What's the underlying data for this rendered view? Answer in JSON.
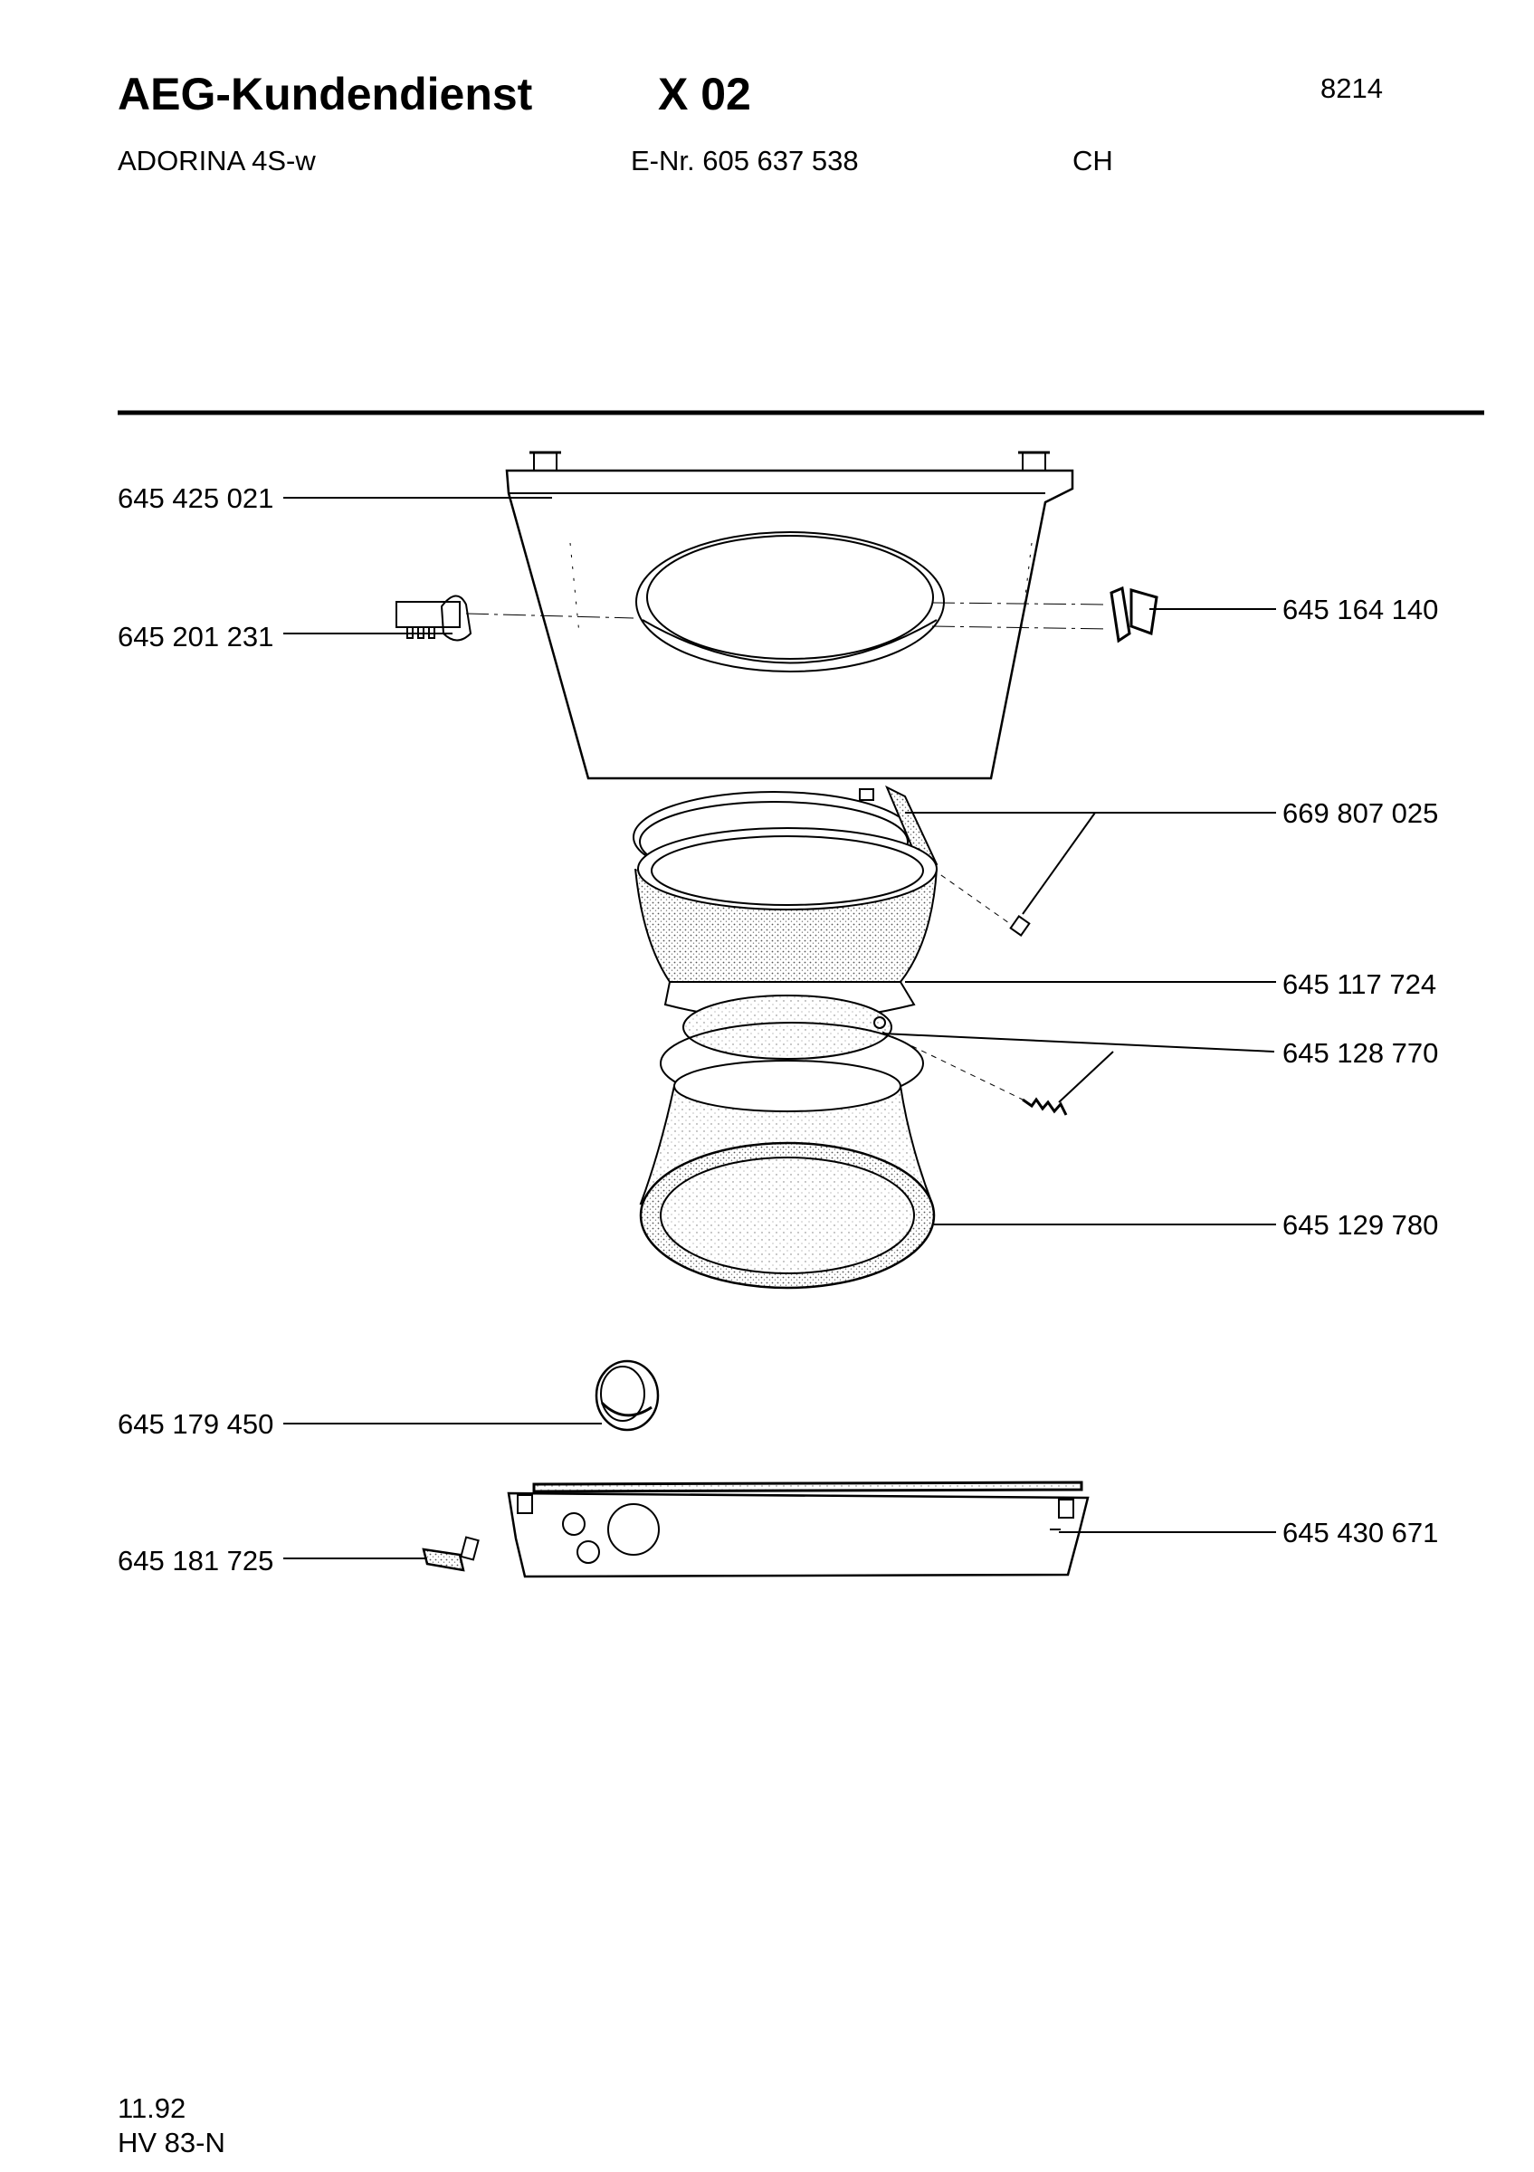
{
  "header": {
    "brand": "AEG-Kundendienst",
    "section": "X 02",
    "page_number": "8214",
    "model": "ADORINA 4S-w",
    "enr": "E-Nr. 605 637 538",
    "country": "CH"
  },
  "parts": [
    {
      "id": "p1",
      "number": "645 425 021"
    },
    {
      "id": "p2",
      "number": "645 201 231"
    },
    {
      "id": "p3",
      "number": "645 164 140"
    },
    {
      "id": "p4",
      "number": "669 807 025"
    },
    {
      "id": "p5",
      "number": "645 117 724"
    },
    {
      "id": "p6",
      "number": "645 128 770"
    },
    {
      "id": "p7",
      "number": "645 129 780"
    },
    {
      "id": "p8",
      "number": "645 179 450"
    },
    {
      "id": "p9",
      "number": "645 430 671"
    },
    {
      "id": "p10",
      "number": "645 181 725"
    }
  ],
  "footer": {
    "date": "11.92",
    "code": "HV 83-N"
  }
}
